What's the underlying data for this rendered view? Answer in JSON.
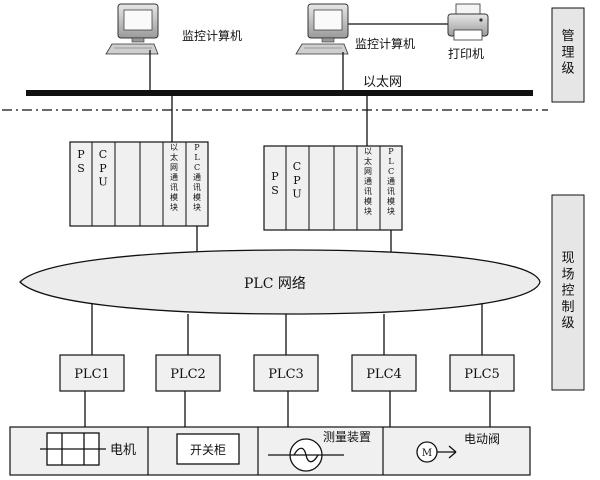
{
  "levels": {
    "management": "管理级",
    "field_control": "现场控制级"
  },
  "management": {
    "computer_1_label": "监控计算机",
    "computer_2_label": "监控计算机",
    "printer_label": "打印机",
    "ethernet_label": "以太网"
  },
  "racks": [
    {
      "ps": "PS",
      "cpu": "CPU",
      "eth_module": "以太网通讯模块",
      "plc_module": "PLC通讯模块"
    },
    {
      "ps": "PS",
      "cpu": "CPU",
      "eth_module": "以太网通讯模块",
      "plc_module": "PLC通讯模块"
    }
  ],
  "network": {
    "label": "PLC 网络"
  },
  "plcs": [
    "PLC1",
    "PLC2",
    "PLC3",
    "PLC4",
    "PLC5"
  ],
  "devices": {
    "motor": "电机",
    "switchgear": "开关柜",
    "measuring": "测量装置",
    "valve": "电动阀",
    "valve_symbol": "M"
  }
}
